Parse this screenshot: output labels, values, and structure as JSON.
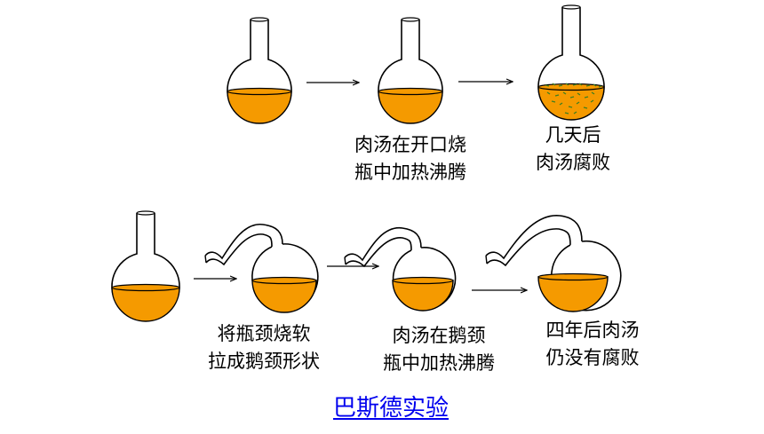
{
  "title": "巴斯德实验",
  "colors": {
    "broth": "#f59a00",
    "outline": "#000000",
    "title": "#0000ee",
    "microbes": "#3f7f20"
  },
  "row1": {
    "step1_caption": [
      "肉汤在开口烧",
      "瓶中加热沸腾"
    ],
    "step2_caption": [
      "几天后",
      "肉汤腐败"
    ]
  },
  "row2": {
    "step1_caption": [
      "将瓶颈烧软",
      "拉成鹅颈形状"
    ],
    "step2_caption": [
      "肉汤在鹅颈",
      "瓶中加热沸腾"
    ],
    "step3_caption": [
      "四年后肉汤",
      "仍没有腐败"
    ]
  }
}
